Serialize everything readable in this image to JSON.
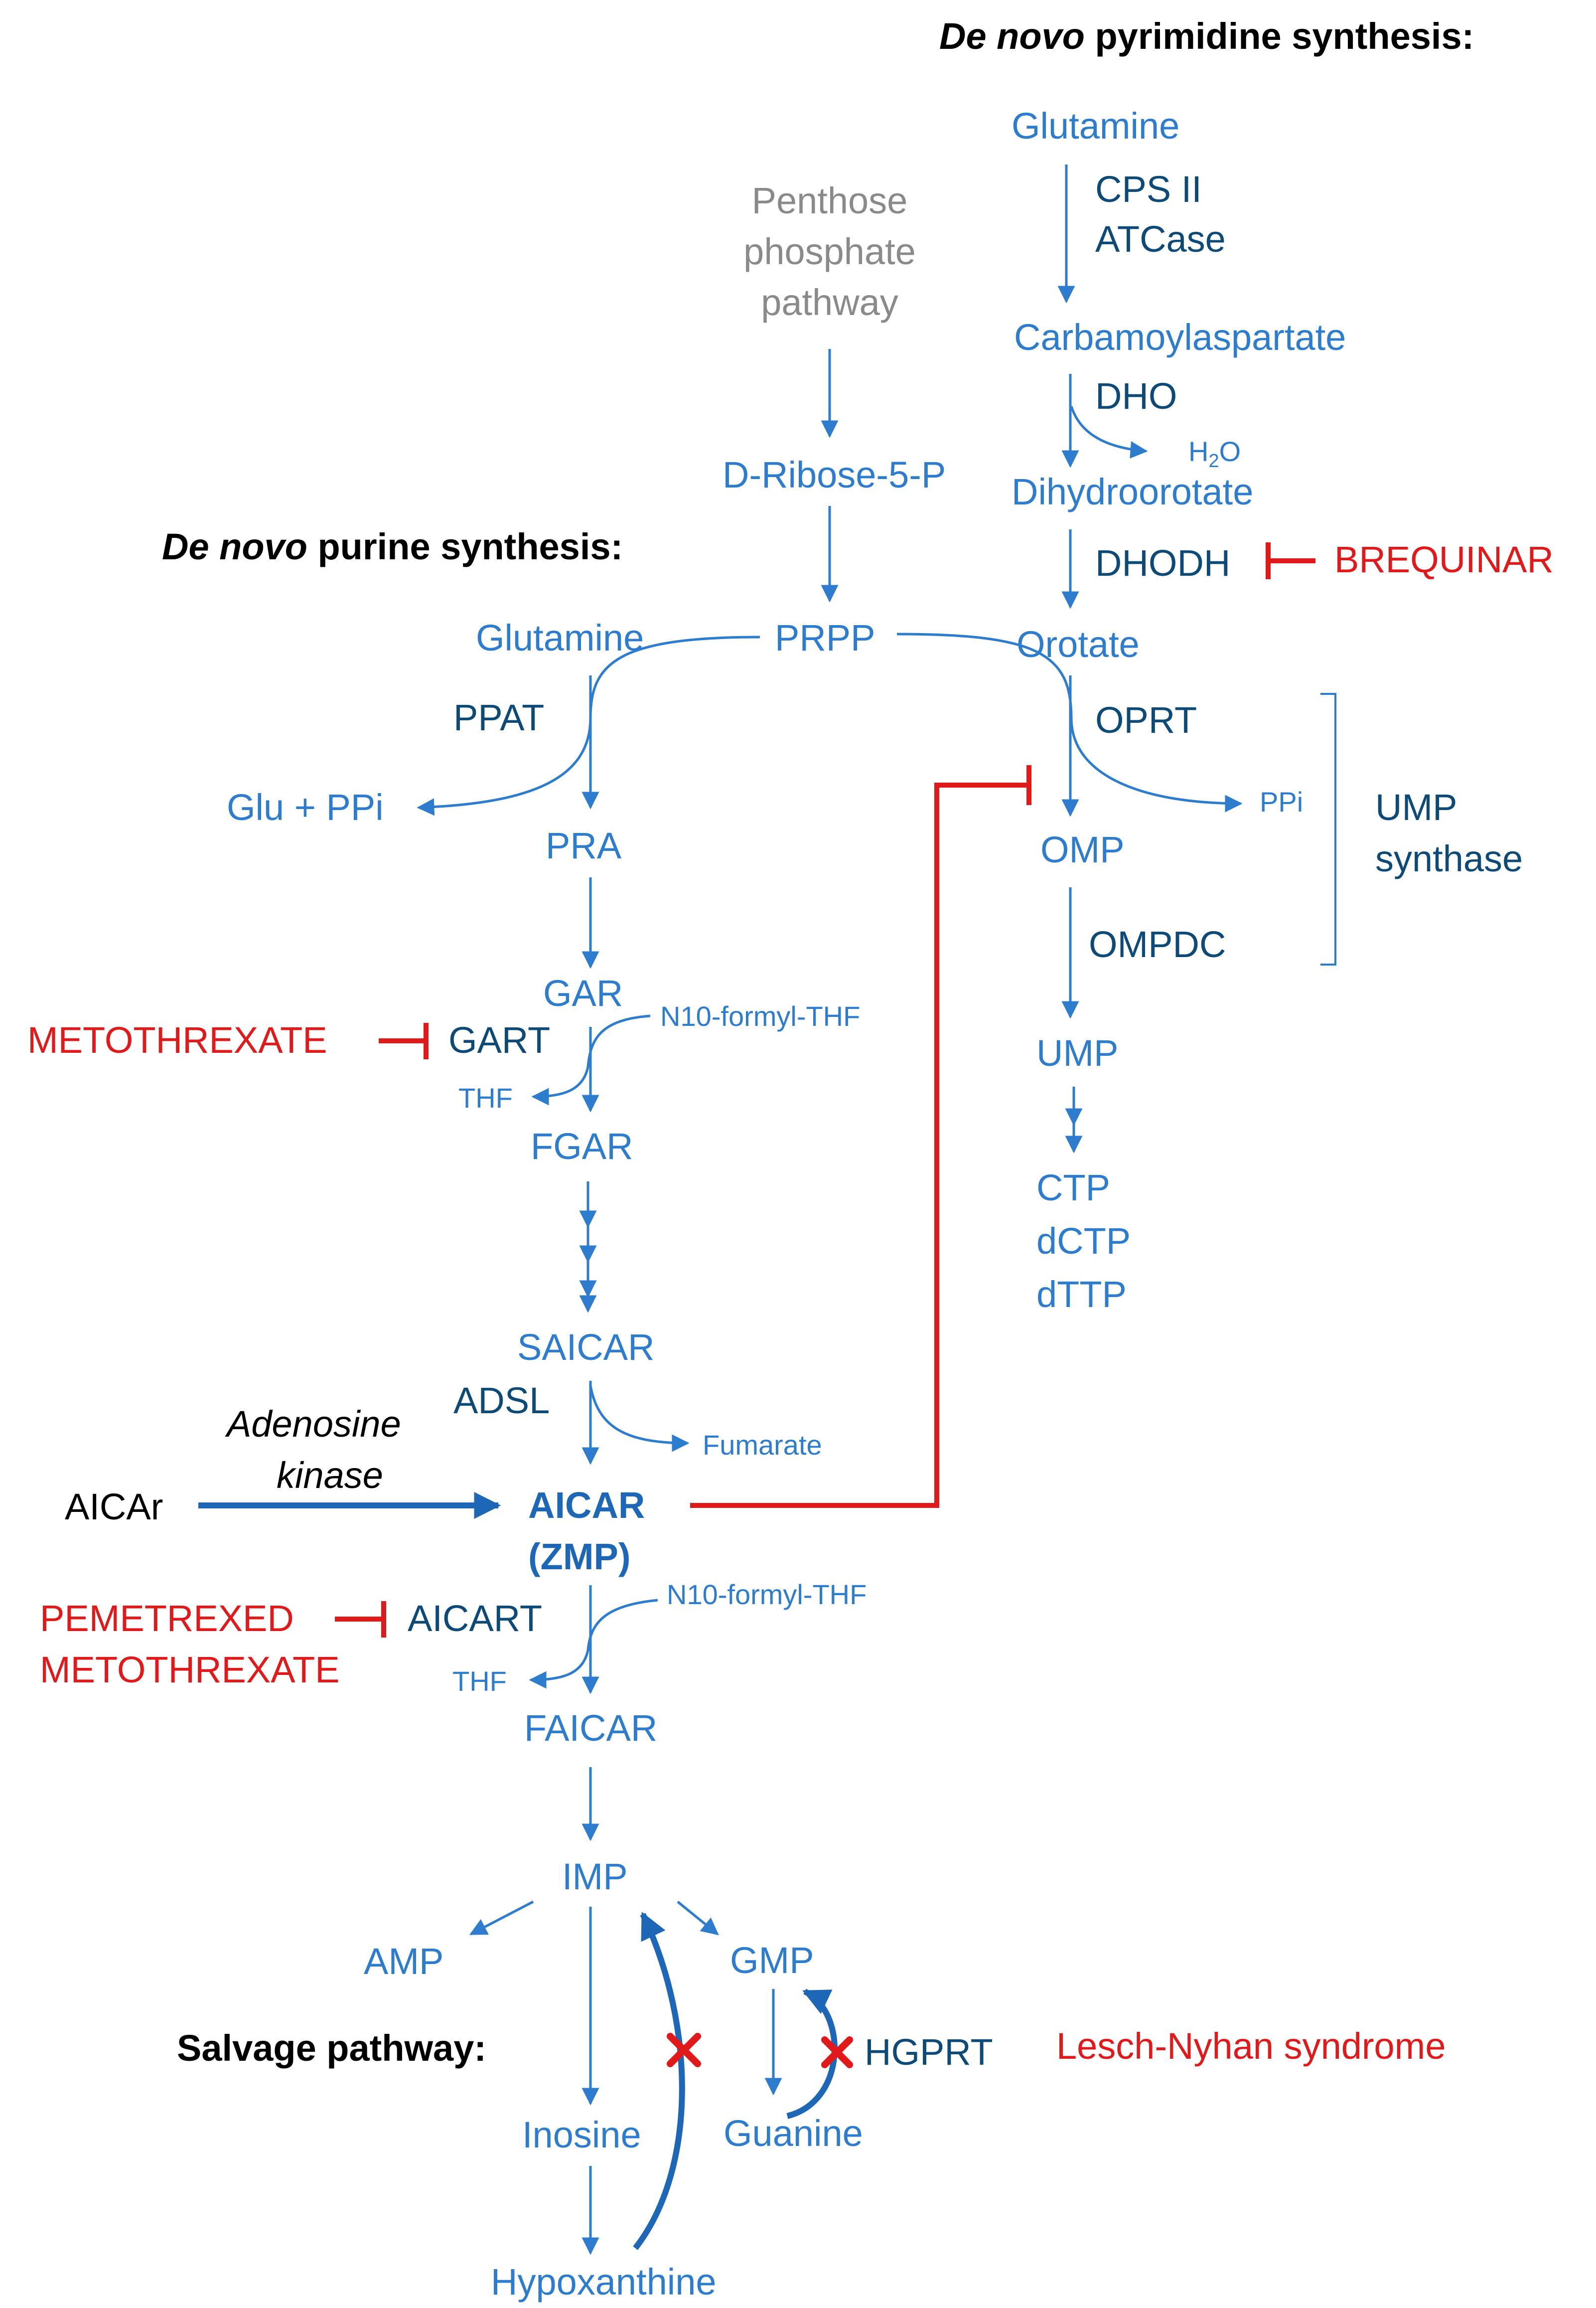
{
  "headings": {
    "pyrimidine_italic": "De novo",
    "pyrimidine_rest": " pyrimidine synthesis:",
    "purine_italic": "De novo",
    "purine_rest": " purine synthesis:",
    "salvage": "Salvage pathway:"
  },
  "pyrimidine": {
    "glutamine": "Glutamine",
    "cps2": "CPS II",
    "atcase": "ATCase",
    "carbamoylaspartate": "Carbamoylaspartate",
    "dho": "DHO",
    "h2o_h": "H",
    "h2o_sub": "2",
    "h2o_o": "O",
    "dihydroorotate": "Dihydroorotate",
    "dhodh": "DHODH",
    "orotate": "Orotate",
    "oprt": "OPRT",
    "ppi": "PPi",
    "omp": "OMP",
    "ompdc": "OMPDC",
    "ump": "UMP",
    "ctp": "CTP",
    "dctp": "dCTP",
    "dttp": "dTTP",
    "ump_synthase_1": "UMP",
    "ump_synthase_2": "synthase"
  },
  "ppp": {
    "line1": "Penthose",
    "line2": "phosphate",
    "line3": "pathway",
    "ribose": "D-Ribose-5-P",
    "prpp": "PRPP"
  },
  "purine": {
    "glutamine": "Glutamine",
    "ppat": "PPAT",
    "glu_ppi": "Glu + PPi",
    "pra": "PRA",
    "gar": "GAR",
    "gart": "GART",
    "n10_1": "N10-formyl-THF",
    "thf_1": "THF",
    "fgar": "FGAR",
    "saicar": "SAICAR",
    "adsl": "ADSL",
    "fumarate": "Fumarate",
    "adenosine": "Adenosine",
    "kinase": "kinase",
    "aicar_r": "AICAr",
    "aicar": "AICAR",
    "zmp": "(ZMP)",
    "aicart": "AICART",
    "n10_2": "N10-formyl-THF",
    "thf_2": "THF",
    "faicar": "FAICAR",
    "imp": "IMP",
    "amp": "AMP",
    "gmp": "GMP"
  },
  "salvage": {
    "inosine": "Inosine",
    "hypoxanthine": "Hypoxanthine",
    "guanine": "Guanine",
    "hgprt": "HGPRT",
    "lesch_nyhan": "Lesch-Nyhan syndrome"
  },
  "drugs": {
    "brequinar": "BREQUINAR",
    "metothrexate_1": "METOTHREXATE",
    "pemetrexed": "PEMETREXED",
    "metothrexate_2": "METOTHREXATE"
  },
  "colors": {
    "metabolite": "#2e7ccd",
    "enzyme": "#0e4a78",
    "inhibitor": "#e0191b",
    "source_pathway": "#8a8a8a",
    "heading": "#000000"
  }
}
